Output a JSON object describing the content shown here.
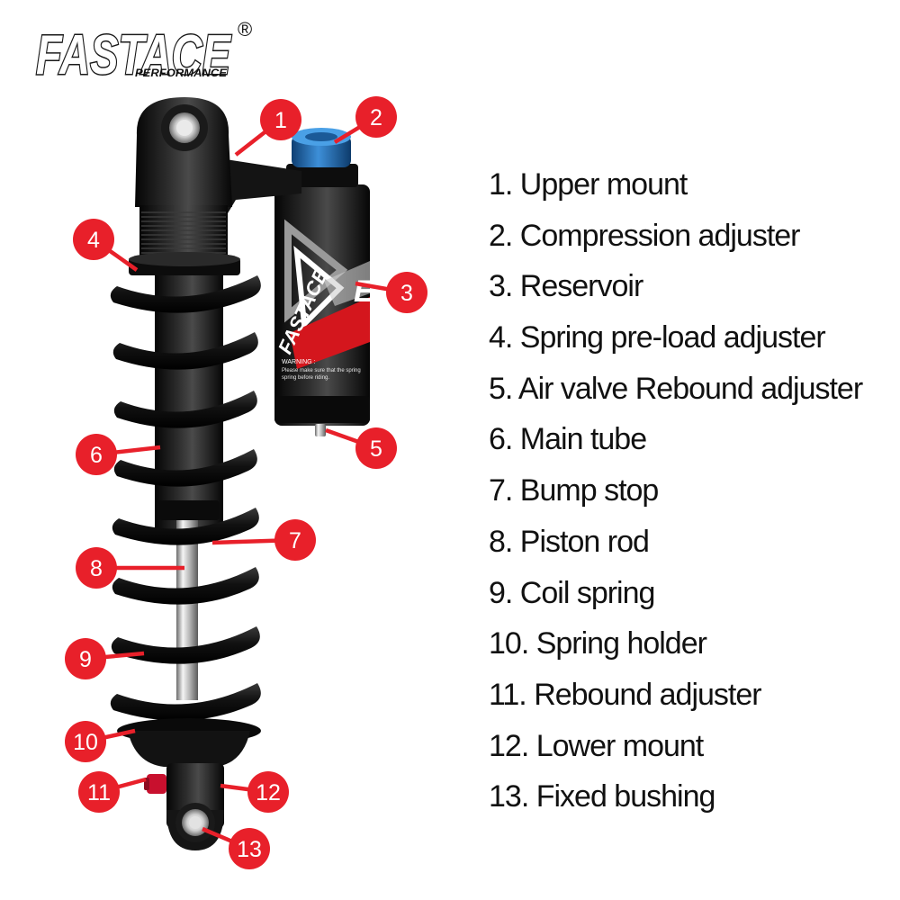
{
  "brand": {
    "logo_text": "FASTACE",
    "logo_subtext": "PERFORMANCE",
    "registered_mark": "®",
    "colors": {
      "logo_white": "#ffffff",
      "logo_red": "#e31b23",
      "outline": "#1a1a1a"
    }
  },
  "decal": {
    "brand_text": "FASTACE",
    "letter_mark": "E",
    "warning_title": "WARNING :",
    "warning_line1": "Please make sure that the spring",
    "warning_line2": "spring before riding."
  },
  "callouts": [
    {
      "number": "1",
      "part": "upper-mount"
    },
    {
      "number": "2",
      "part": "compression-adjuster"
    },
    {
      "number": "3",
      "part": "reservoir"
    },
    {
      "number": "4",
      "part": "spring-preload-adjuster"
    },
    {
      "number": "5",
      "part": "air-valve-rebound-adjuster"
    },
    {
      "number": "6",
      "part": "main-tube"
    },
    {
      "number": "7",
      "part": "bump-stop"
    },
    {
      "number": "8",
      "part": "piston-rod"
    },
    {
      "number": "9",
      "part": "coil-spring"
    },
    {
      "number": "10",
      "part": "spring-holder"
    },
    {
      "number": "11",
      "part": "rebound-adjuster"
    },
    {
      "number": "12",
      "part": "lower-mount"
    },
    {
      "number": "13",
      "part": "fixed-bushing"
    }
  ],
  "legend": [
    "1. Upper mount",
    "2. Compression adjuster",
    "3. Reservoir",
    "4. Spring pre-load adjuster",
    "5. Air valve Rebound adjuster",
    "6. Main tube",
    "7. Bump stop",
    "8. Piston rod",
    "9. Coil spring",
    "10. Spring holder",
    "11. Rebound adjuster",
    "12. Lower mount",
    "13. Fixed bushing"
  ],
  "colors": {
    "callout_red": "#e8202a",
    "shock_black": "#111111",
    "knob_blue": "#1f6fb5",
    "rebound_red": "#c8102e"
  }
}
